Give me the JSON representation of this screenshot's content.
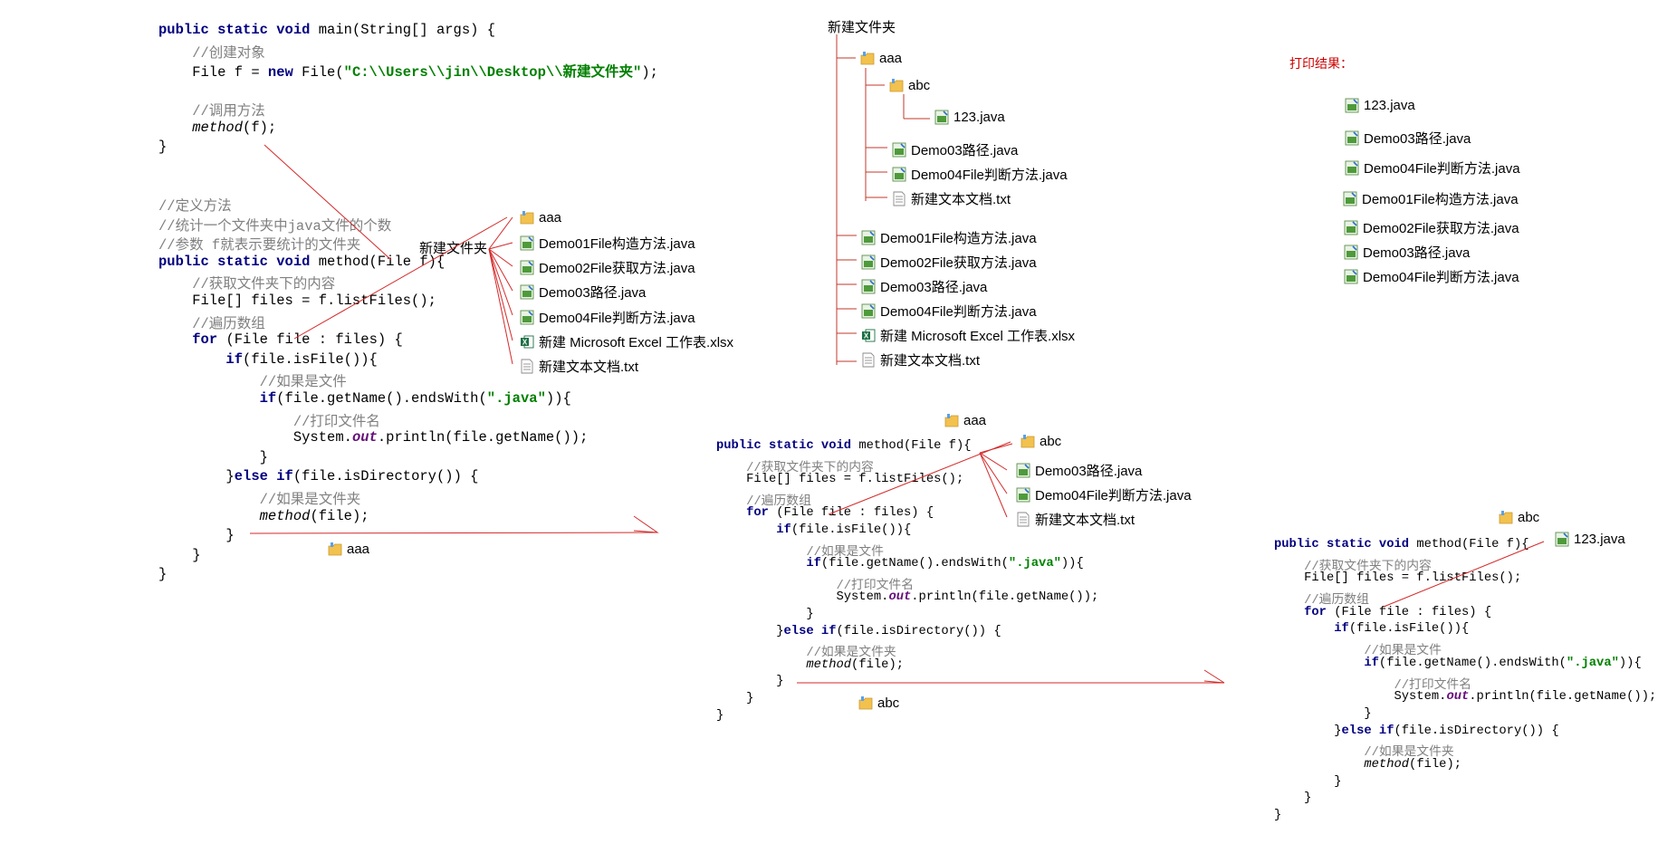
{
  "colors": {
    "keyword": "#000080",
    "comment": "#808080",
    "string": "#008000",
    "field": "#660e7a",
    "arrow": "#d42a2a",
    "tree_line": "#c0392b",
    "result_title": "#cc0000"
  },
  "icons": {
    "folder": "folder-icon",
    "java": "java-file-icon",
    "excel": "excel-file-icon",
    "txt": "text-file-icon"
  },
  "code_main": [
    [
      {
        "t": "public static void ",
        "c": "kw"
      },
      {
        "t": "main(String[] args) {"
      }
    ],
    [
      {
        "t": "    //创建对象",
        "c": "cm"
      }
    ],
    [
      {
        "t": "    File f = "
      },
      {
        "t": "new ",
        "c": "kw"
      },
      {
        "t": "File("
      },
      {
        "t": "\"C:\\\\Users\\\\jin\\\\Desktop\\\\新建文件夹\"",
        "c": "st"
      },
      {
        "t": ");"
      }
    ],
    [
      {
        "t": ""
      }
    ],
    [
      {
        "t": "    //调用方法",
        "c": "cm"
      }
    ],
    [
      {
        "t": "    "
      },
      {
        "t": "method",
        "c": "it"
      },
      {
        "t": "(f);"
      }
    ],
    [
      {
        "t": "}"
      }
    ]
  ],
  "code_method_1": [
    [
      {
        "t": "//定义方法",
        "c": "cm"
      }
    ],
    [
      {
        "t": "//统计一个文件夹中java文件的个数",
        "c": "cm"
      }
    ],
    [
      {
        "t": "//参数 f就表示要统计的文件夹",
        "c": "cm"
      }
    ],
    [
      {
        "t": "public static void ",
        "c": "kw"
      },
      {
        "t": "method(File f){"
      }
    ],
    [
      {
        "t": "    //获取文件夹下的内容",
        "c": "cm"
      }
    ],
    [
      {
        "t": "    File[] files = f.listFiles();"
      }
    ],
    [
      {
        "t": "    //遍历数组",
        "c": "cm"
      }
    ],
    [
      {
        "t": "    "
      },
      {
        "t": "for ",
        "c": "kw"
      },
      {
        "t": "(File file : files) {"
      }
    ],
    [
      {
        "t": "        "
      },
      {
        "t": "if",
        "c": "kw"
      },
      {
        "t": "(file.isFile()){"
      }
    ],
    [
      {
        "t": "            //如果是文件",
        "c": "cm"
      }
    ],
    [
      {
        "t": "            "
      },
      {
        "t": "if",
        "c": "kw"
      },
      {
        "t": "(file.getName().endsWith("
      },
      {
        "t": "\".java\"",
        "c": "st"
      },
      {
        "t": ")){"
      }
    ],
    [
      {
        "t": "                //打印文件名",
        "c": "cm"
      }
    ],
    [
      {
        "t": "                System."
      },
      {
        "t": "out",
        "c": "fi"
      },
      {
        "t": ".println(file.getName());"
      }
    ],
    [
      {
        "t": "            }"
      }
    ],
    [
      {
        "t": "        }"
      },
      {
        "t": "else if",
        "c": "kw"
      },
      {
        "t": "(file.isDirectory()) {"
      }
    ],
    [
      {
        "t": "            //如果是文件夹",
        "c": "cm"
      }
    ],
    [
      {
        "t": "            "
      },
      {
        "t": "method",
        "c": "it"
      },
      {
        "t": "(file);"
      }
    ],
    [
      {
        "t": "        }"
      }
    ],
    [
      {
        "t": "    }"
      }
    ],
    [
      {
        "t": "}"
      }
    ]
  ],
  "code_method_2": [
    [
      {
        "t": "public static void ",
        "c": "kw"
      },
      {
        "t": "method(File f){"
      }
    ],
    [
      {
        "t": "    //获取文件夹下的内容",
        "c": "cm"
      }
    ],
    [
      {
        "t": "    File[] files = f.listFiles();"
      }
    ],
    [
      {
        "t": "    //遍历数组",
        "c": "cm"
      }
    ],
    [
      {
        "t": "    "
      },
      {
        "t": "for ",
        "c": "kw"
      },
      {
        "t": "(File file : files) {"
      }
    ],
    [
      {
        "t": "        "
      },
      {
        "t": "if",
        "c": "kw"
      },
      {
        "t": "(file.isFile()){"
      }
    ],
    [
      {
        "t": "            //如果是文件",
        "c": "cm"
      }
    ],
    [
      {
        "t": "            "
      },
      {
        "t": "if",
        "c": "kw"
      },
      {
        "t": "(file.getName().endsWith("
      },
      {
        "t": "\".java\"",
        "c": "st"
      },
      {
        "t": ")){"
      }
    ],
    [
      {
        "t": "                //打印文件名",
        "c": "cm"
      }
    ],
    [
      {
        "t": "                System."
      },
      {
        "t": "out",
        "c": "fi"
      },
      {
        "t": ".println(file.getName());"
      }
    ],
    [
      {
        "t": "            }"
      }
    ],
    [
      {
        "t": "        }"
      },
      {
        "t": "else if",
        "c": "kw"
      },
      {
        "t": "(file.isDirectory()) {"
      }
    ],
    [
      {
        "t": "            //如果是文件夹",
        "c": "cm"
      }
    ],
    [
      {
        "t": "            "
      },
      {
        "t": "method",
        "c": "it"
      },
      {
        "t": "(file);"
      }
    ],
    [
      {
        "t": "        }"
      }
    ],
    [
      {
        "t": "    }"
      }
    ],
    [
      {
        "t": "}"
      }
    ]
  ],
  "code_method_3": [
    [
      {
        "t": "public static void ",
        "c": "kw"
      },
      {
        "t": "method(File f){"
      }
    ],
    [
      {
        "t": "    //获取文件夹下的内容",
        "c": "cm"
      }
    ],
    [
      {
        "t": "    File[] files = f.listFiles();"
      }
    ],
    [
      {
        "t": "    //遍历数组",
        "c": "cm"
      }
    ],
    [
      {
        "t": "    "
      },
      {
        "t": "for ",
        "c": "kw"
      },
      {
        "t": "(File file : files) {"
      }
    ],
    [
      {
        "t": "        "
      },
      {
        "t": "if",
        "c": "kw"
      },
      {
        "t": "(file.isFile()){"
      }
    ],
    [
      {
        "t": "            //如果是文件",
        "c": "cm"
      }
    ],
    [
      {
        "t": "            "
      },
      {
        "t": "if",
        "c": "kw"
      },
      {
        "t": "(file.getName().endsWith("
      },
      {
        "t": "\".java\"",
        "c": "st"
      },
      {
        "t": ")){"
      }
    ],
    [
      {
        "t": "                //打印文件名",
        "c": "cm"
      }
    ],
    [
      {
        "t": "                System."
      },
      {
        "t": "out",
        "c": "fi"
      },
      {
        "t": ".println(file.getName());"
      }
    ],
    [
      {
        "t": "            }"
      }
    ],
    [
      {
        "t": "        }"
      },
      {
        "t": "else if",
        "c": "kw"
      },
      {
        "t": "(file.isDirectory()) {"
      }
    ],
    [
      {
        "t": "            //如果是文件夹",
        "c": "cm"
      }
    ],
    [
      {
        "t": "            "
      },
      {
        "t": "method",
        "c": "it"
      },
      {
        "t": "(file);"
      }
    ],
    [
      {
        "t": "        }"
      }
    ],
    [
      {
        "t": "    }"
      }
    ],
    [
      {
        "t": "}"
      }
    ]
  ],
  "labels": {
    "folder_root_1": "新建文件夹",
    "folder_aaa_under_code1": "aaa",
    "folder_aaa_above_code2": "aaa",
    "folder_abc_under_code2": "abc",
    "folder_abc_above_code3": "abc",
    "tree_root": "新建文件夹",
    "result_title": "打印结果："
  },
  "files_list_1": [
    {
      "name": "aaa",
      "type": "folder"
    },
    {
      "name": "Demo01File构造方法.java",
      "type": "java"
    },
    {
      "name": "Demo02File获取方法.java",
      "type": "java"
    },
    {
      "name": "Demo03路径.java",
      "type": "java"
    },
    {
      "name": "Demo04File判断方法.java",
      "type": "java"
    },
    {
      "name": "新建 Microsoft Excel 工作表.xlsx",
      "type": "excel"
    },
    {
      "name": "新建文本文档.txt",
      "type": "txt"
    }
  ],
  "files_list_2": [
    {
      "name": "abc",
      "type": "folder"
    },
    {
      "name": "Demo03路径.java",
      "type": "java"
    },
    {
      "name": "Demo04File判断方法.java",
      "type": "java"
    },
    {
      "name": "新建文本文档.txt",
      "type": "txt"
    }
  ],
  "files_list_3": [
    {
      "name": "123.java",
      "type": "java"
    }
  ],
  "tree": [
    {
      "name": "aaa",
      "type": "folder"
    },
    {
      "name": "abc",
      "type": "folder"
    },
    {
      "name": "123.java",
      "type": "java"
    },
    {
      "name": "Demo03路径.java",
      "type": "java"
    },
    {
      "name": "Demo04File判断方法.java",
      "type": "java"
    },
    {
      "name": "新建文本文档.txt",
      "type": "txt"
    },
    {
      "name": "Demo01File构造方法.java",
      "type": "java"
    },
    {
      "name": "Demo02File获取方法.java",
      "type": "java"
    },
    {
      "name": "Demo03路径.java",
      "type": "java"
    },
    {
      "name": "Demo04File判断方法.java",
      "type": "java"
    },
    {
      "name": "新建 Microsoft Excel 工作表.xlsx",
      "type": "excel"
    },
    {
      "name": "新建文本文档.txt",
      "type": "txt"
    }
  ],
  "results": [
    {
      "name": "123.java",
      "type": "java"
    },
    {
      "name": "Demo03路径.java",
      "type": "java"
    },
    {
      "name": "Demo04File判断方法.java",
      "type": "java"
    },
    {
      "name": "Demo01File构造方法.java",
      "type": "java"
    },
    {
      "name": "Demo02File获取方法.java",
      "type": "java"
    },
    {
      "name": "Demo03路径.java",
      "type": "java"
    },
    {
      "name": "Demo04File判断方法.java",
      "type": "java"
    }
  ]
}
